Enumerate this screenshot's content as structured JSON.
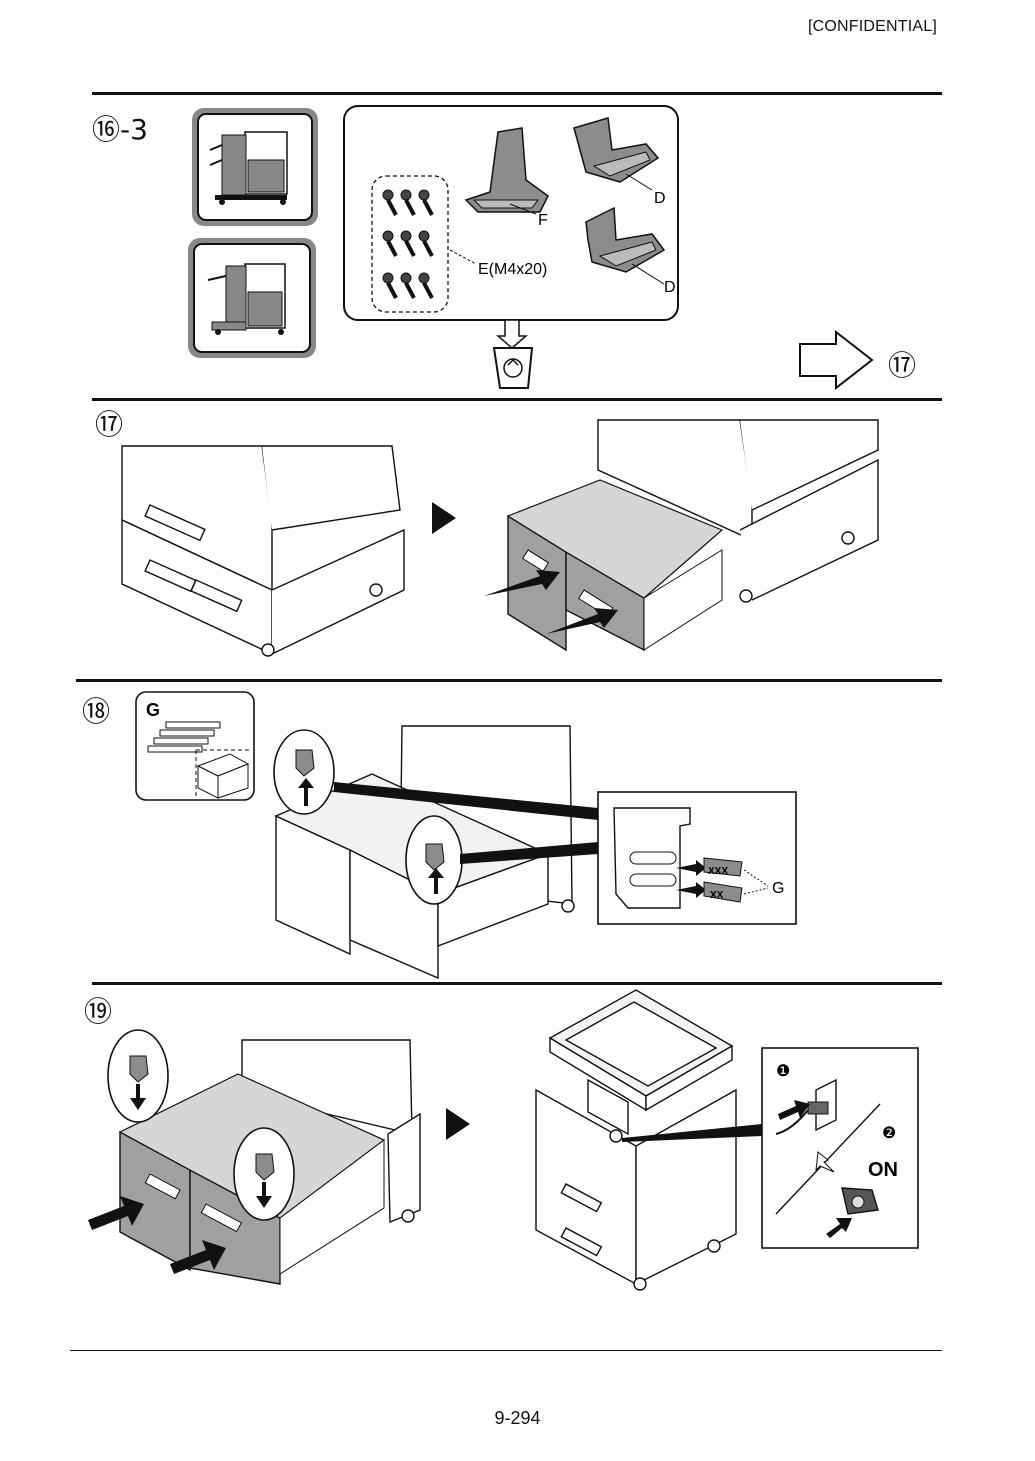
{
  "header": {
    "confidential": "[CONFIDENTIAL]"
  },
  "steps": {
    "s16": "⑯-3",
    "s17": "⑰",
    "s18": "⑱",
    "s19": "⑲",
    "s17_arrow": "⑰"
  },
  "parts": {
    "screws": "E(M4x20)",
    "bracket_f": "F",
    "bracket_d1": "D",
    "bracket_d2": "D",
    "spacer_box": "G",
    "spacer_callout": "G",
    "spacer_big": "XXX",
    "spacer_small": "XX"
  },
  "power": {
    "step1": "❶",
    "step2": "❷",
    "on": "ON"
  },
  "footer": {
    "page_number": "9-294"
  },
  "colors": {
    "part_gray": "#8c8c8c",
    "tray_gray": "#a0a0a0",
    "line": "#111111"
  }
}
